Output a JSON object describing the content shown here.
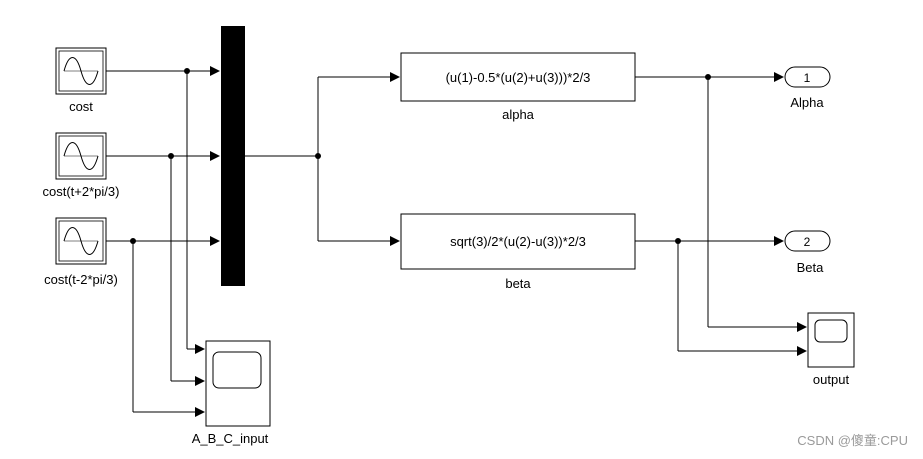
{
  "blocks": {
    "source_cost": "cost",
    "source_cost_plus": "cost(t+2*pi/3)",
    "source_cost_minus": "cost(t-2*pi/3)",
    "fcn_alpha_expr": "(u(1)-0.5*(u(2)+u(3)))*2/3",
    "fcn_alpha_name": "alpha",
    "fcn_beta_expr": "sqrt(3)/2*(u(2)-u(3))*2/3",
    "fcn_beta_name": "beta",
    "outport_alpha_num": "1",
    "outport_alpha_name": "Alpha",
    "outport_beta_num": "2",
    "outport_beta_name": "Beta",
    "scope_output": "output",
    "scope_input": "A_B_C_input"
  },
  "watermark": "CSDN @傻童:CPU",
  "icons": {
    "sine": "sine-wave-icon",
    "scope": "scope-screen-icon"
  }
}
